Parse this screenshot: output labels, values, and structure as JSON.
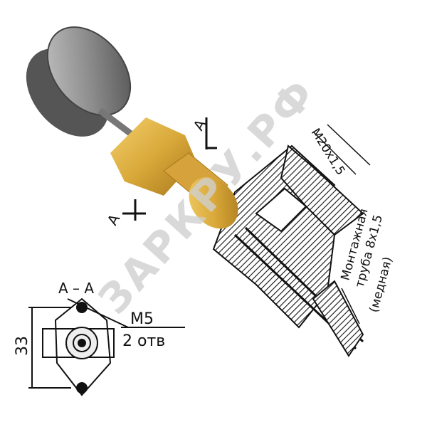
{
  "watermark": "ЗАРКРУ.РФ",
  "section_marks": {
    "top": "А",
    "bottom": "А"
  },
  "section_view": {
    "title": "А – А",
    "thread_label": "М5",
    "holes_label": "2 отв",
    "height_dimension": "33"
  },
  "thread_dimension": "М20х1,5",
  "pipe_note": {
    "line1": "Монтажная",
    "line2": "труба 8х1,5",
    "line3": "(медная)"
  },
  "colors": {
    "brass": "#d9a93a",
    "knob": "#8d8d8d",
    "ink": "#111111",
    "watermark": "#d0d0d0"
  }
}
